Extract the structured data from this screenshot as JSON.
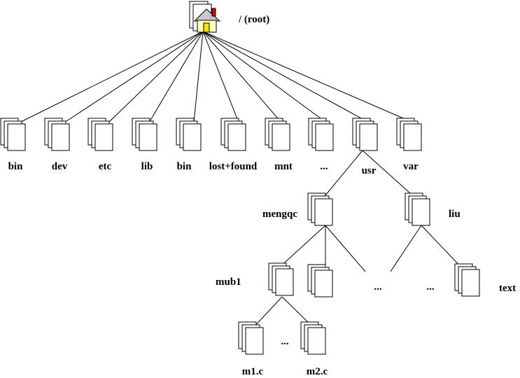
{
  "root": {
    "label": "/ (root)",
    "icon": "home-folder-icon"
  },
  "top_dirs": [
    {
      "label": "bin"
    },
    {
      "label": "dev"
    },
    {
      "label": "etc"
    },
    {
      "label": "lib"
    },
    {
      "label": "bin"
    },
    {
      "label": "lost+found"
    },
    {
      "label": "mnt"
    },
    {
      "label": "..."
    },
    {
      "label": "usr"
    },
    {
      "label": "var"
    }
  ],
  "usr_children": [
    {
      "label": "mengqc"
    },
    {
      "label": "liu"
    }
  ],
  "mengqc_children": [
    {
      "label": "mub1"
    },
    {
      "label": ""
    },
    {
      "label": "..."
    }
  ],
  "liu_children": [
    {
      "label": "..."
    },
    {
      "label": "text"
    }
  ],
  "mub1_children": [
    {
      "label": "m1.c"
    },
    {
      "label": "..."
    },
    {
      "label": "m2.c"
    }
  ],
  "colors": {
    "house_roof": "#c8c8c8",
    "house_wall": "#ffffc0",
    "house_door": "#ffe000",
    "house_chimney": "#d01010",
    "stroke": "#000000"
  }
}
